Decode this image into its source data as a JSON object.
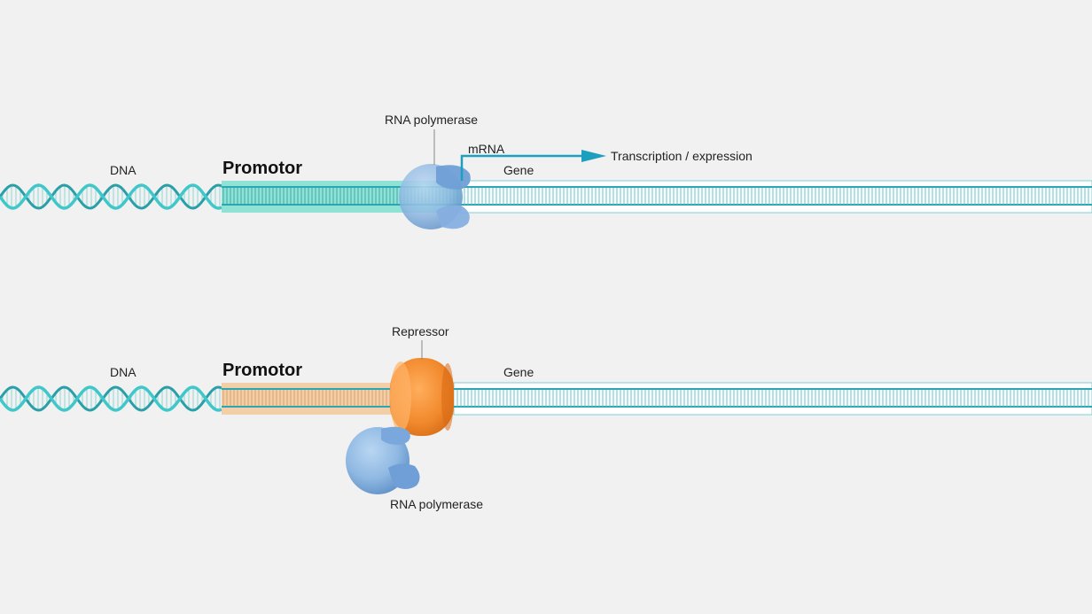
{
  "colors": {
    "background": "#f1f1f1",
    "dna_strand": "#3fc7c9",
    "dna_strand_dark": "#2a9fa8",
    "dna_rungs": "#7fd8d8",
    "gene_rail": "#2ba6b2",
    "promotor_active": "#6fdccb",
    "promotor_blocked": "#f2c796",
    "polymerase": "#8fb8e2",
    "polymerase_shade": "#5a8fc6",
    "repressor": "#f28a2e",
    "repressor_shade": "#d86a14",
    "arrow": "#1d9fc0"
  },
  "top_panel": {
    "dna_label": "DNA",
    "promotor_label": "Promotor",
    "polymerase_label": "RNA polymerase",
    "mrna_label": "mRNA",
    "gene_label": "Gene",
    "transcription_label": "Transcription / expression"
  },
  "bottom_panel": {
    "dna_label": "DNA",
    "promotor_label": "Promotor",
    "repressor_label": "Repressor",
    "gene_label": "Gene",
    "polymerase_label": "RNA polymerase"
  }
}
